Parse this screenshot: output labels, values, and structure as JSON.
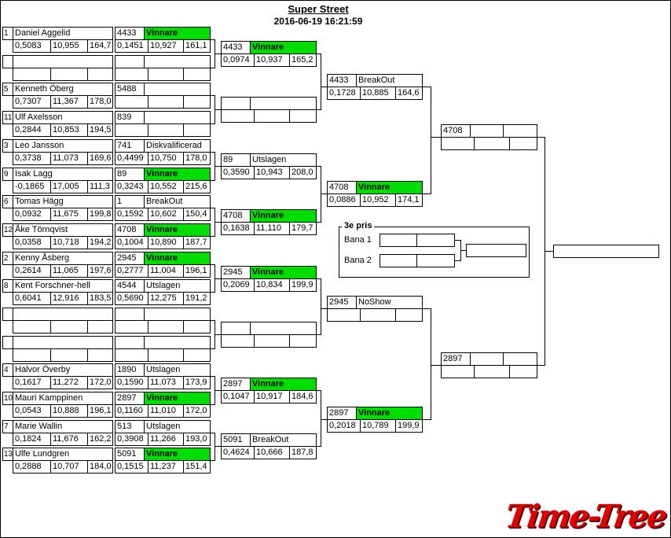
{
  "header": {
    "title": "Super Street",
    "timestamp": "2016-06-19 16:21:59"
  },
  "colors": {
    "winner_green": "#00dd00",
    "logo_red": "#e00000"
  },
  "status_labels": {
    "winner": "Vinnare",
    "eliminated": "Utslagen",
    "breakout": "BreakOut",
    "disqualified": "Diskvalificerad",
    "noshow": "NoShow"
  },
  "third_place": {
    "label": "3e pris",
    "lane1": "Bana 1",
    "lane2": "Bana 2"
  },
  "logo": {
    "text": "Time-Tree"
  },
  "rounds": {
    "round1": [
      {
        "seed": "1",
        "name": "Daniel Aggelid",
        "stats": [
          "0,5083",
          "10,955",
          "164,7"
        ]
      },
      {
        "seed": "",
        "name": "",
        "stats": [
          "",
          "",
          ""
        ]
      },
      {
        "seed": "5",
        "name": "Kenneth Öberg",
        "stats": [
          "0,7307",
          "11,367",
          "178,0"
        ]
      },
      {
        "seed": "11",
        "name": "Ulf Axelsson",
        "stats": [
          "0,2844",
          "10,853",
          "194,5"
        ]
      },
      {
        "seed": "3",
        "name": "Leo Jansson",
        "stats": [
          "0,3738",
          "11,073",
          "169,6"
        ]
      },
      {
        "seed": "9",
        "name": "Isak Lagg",
        "stats": [
          "-0,1865",
          "17,005",
          "111,3"
        ]
      },
      {
        "seed": "6",
        "name": "Tomas Hägg",
        "stats": [
          "0,0932",
          "11,675",
          "199,8"
        ]
      },
      {
        "seed": "12",
        "name": "Åke Törnqvist",
        "stats": [
          "0,0358",
          "10,718",
          "194,2"
        ]
      },
      {
        "seed": "2",
        "name": "Kenny Åsberg",
        "stats": [
          "0,2614",
          "11,065",
          "197,6"
        ]
      },
      {
        "seed": "8",
        "name": "Kent Forschner-hell",
        "stats": [
          "0,6041",
          "12,916",
          "183,5"
        ]
      },
      {
        "seed": "",
        "name": "",
        "stats": [
          "",
          "",
          ""
        ]
      },
      {
        "seed": "",
        "name": "",
        "stats": [
          "",
          "",
          ""
        ]
      },
      {
        "seed": "4",
        "name": "Halvor Överby",
        "stats": [
          "0,1617",
          "11,272",
          "172,0"
        ]
      },
      {
        "seed": "10",
        "name": "Mauri Kamppinen",
        "stats": [
          "0,0543",
          "10,888",
          "196,1"
        ]
      },
      {
        "seed": "7",
        "name": "Marie Wallin",
        "stats": [
          "0,1824",
          "11,676",
          "162,2"
        ]
      },
      {
        "seed": "13",
        "name": "Ulfe Lundgren",
        "stats": [
          "0,2888",
          "10,707",
          "184,0"
        ]
      }
    ],
    "round2": [
      {
        "car": "4433",
        "status": "Vinnare",
        "stats": [
          "0,1451",
          "10,927",
          "161,1"
        ]
      },
      {
        "car": "",
        "status": "",
        "stats": [
          "",
          "",
          ""
        ]
      },
      {
        "car": "5488",
        "status": "",
        "stats": [
          "",
          "",
          ""
        ]
      },
      {
        "car": "839",
        "status": "",
        "stats": [
          "",
          "",
          ""
        ]
      },
      {
        "car": "741",
        "status": "Diskvalificerad",
        "stats": [
          "0,4499",
          "10,750",
          "178,0"
        ]
      },
      {
        "car": "89",
        "status": "Vinnare",
        "stats": [
          "0,3243",
          "10,552",
          "215,6"
        ]
      },
      {
        "car": "1",
        "status": "BreakOut",
        "stats": [
          "0,1592",
          "10,602",
          "150,4"
        ]
      },
      {
        "car": "4708",
        "status": "Vinnare",
        "stats": [
          "0,1004",
          "10,890",
          "187,7"
        ]
      },
      {
        "car": "2945",
        "status": "Vinnare",
        "stats": [
          "0,2777",
          "11,004",
          "196,1"
        ]
      },
      {
        "car": "4544",
        "status": "Utslagen",
        "stats": [
          "0,5690",
          "12,275",
          "191,2"
        ]
      },
      {
        "car": "",
        "status": "",
        "stats": [
          "",
          "",
          ""
        ]
      },
      {
        "car": "",
        "status": "",
        "stats": [
          "",
          "",
          ""
        ]
      },
      {
        "car": "1890",
        "status": "Utslagen",
        "stats": [
          "0,1590",
          "11,073",
          "173,9"
        ]
      },
      {
        "car": "2897",
        "status": "Vinnare",
        "stats": [
          "0,1160",
          "11,010",
          "172,0"
        ]
      },
      {
        "car": "513",
        "status": "Utslagen",
        "stats": [
          "0,3908",
          "11,266",
          "193,0"
        ]
      },
      {
        "car": "5091",
        "status": "Vinnare",
        "stats": [
          "0,1515",
          "11,237",
          "151,4"
        ]
      }
    ],
    "round3": [
      {
        "car": "4433",
        "status": "Vinnare",
        "stats": [
          "0,0974",
          "10,937",
          "165,2"
        ]
      },
      {
        "car": "",
        "status": "",
        "stats": [
          "",
          "",
          ""
        ]
      },
      {
        "car": "89",
        "status": "Utslagen",
        "stats": [
          "0,3590",
          "10,943",
          "208,0"
        ]
      },
      {
        "car": "4708",
        "status": "Vinnare",
        "stats": [
          "0,1638",
          "11,110",
          "179,7"
        ]
      },
      {
        "car": "2945",
        "status": "Vinnare",
        "stats": [
          "0,2069",
          "10,834",
          "199,9"
        ]
      },
      {
        "car": "",
        "status": "",
        "stats": [
          "",
          "",
          ""
        ]
      },
      {
        "car": "2897",
        "status": "Vinnare",
        "stats": [
          "0,1047",
          "10,917",
          "184,6"
        ]
      },
      {
        "car": "5091",
        "status": "BreakOut",
        "stats": [
          "0,4624",
          "10,666",
          "187,8"
        ]
      }
    ],
    "round4": [
      {
        "car": "4433",
        "status": "BreakOut",
        "stats": [
          "0,1728",
          "10,885",
          "164,6"
        ]
      },
      {
        "car": "4708",
        "status": "Vinnare",
        "stats": [
          "0,0886",
          "10,952",
          "174,1"
        ]
      },
      {
        "car": "2945",
        "status": "NoShow",
        "stats": [
          "",
          "",
          ""
        ]
      },
      {
        "car": "2897",
        "status": "Vinnare",
        "stats": [
          "0,2018",
          "10,789",
          "199,9"
        ]
      }
    ],
    "round5": [
      {
        "car": "4708",
        "stats": [
          "",
          "",
          ""
        ]
      },
      {
        "car": "2897",
        "stats": [
          "",
          "",
          ""
        ]
      }
    ],
    "winner": {
      "car": ""
    }
  }
}
